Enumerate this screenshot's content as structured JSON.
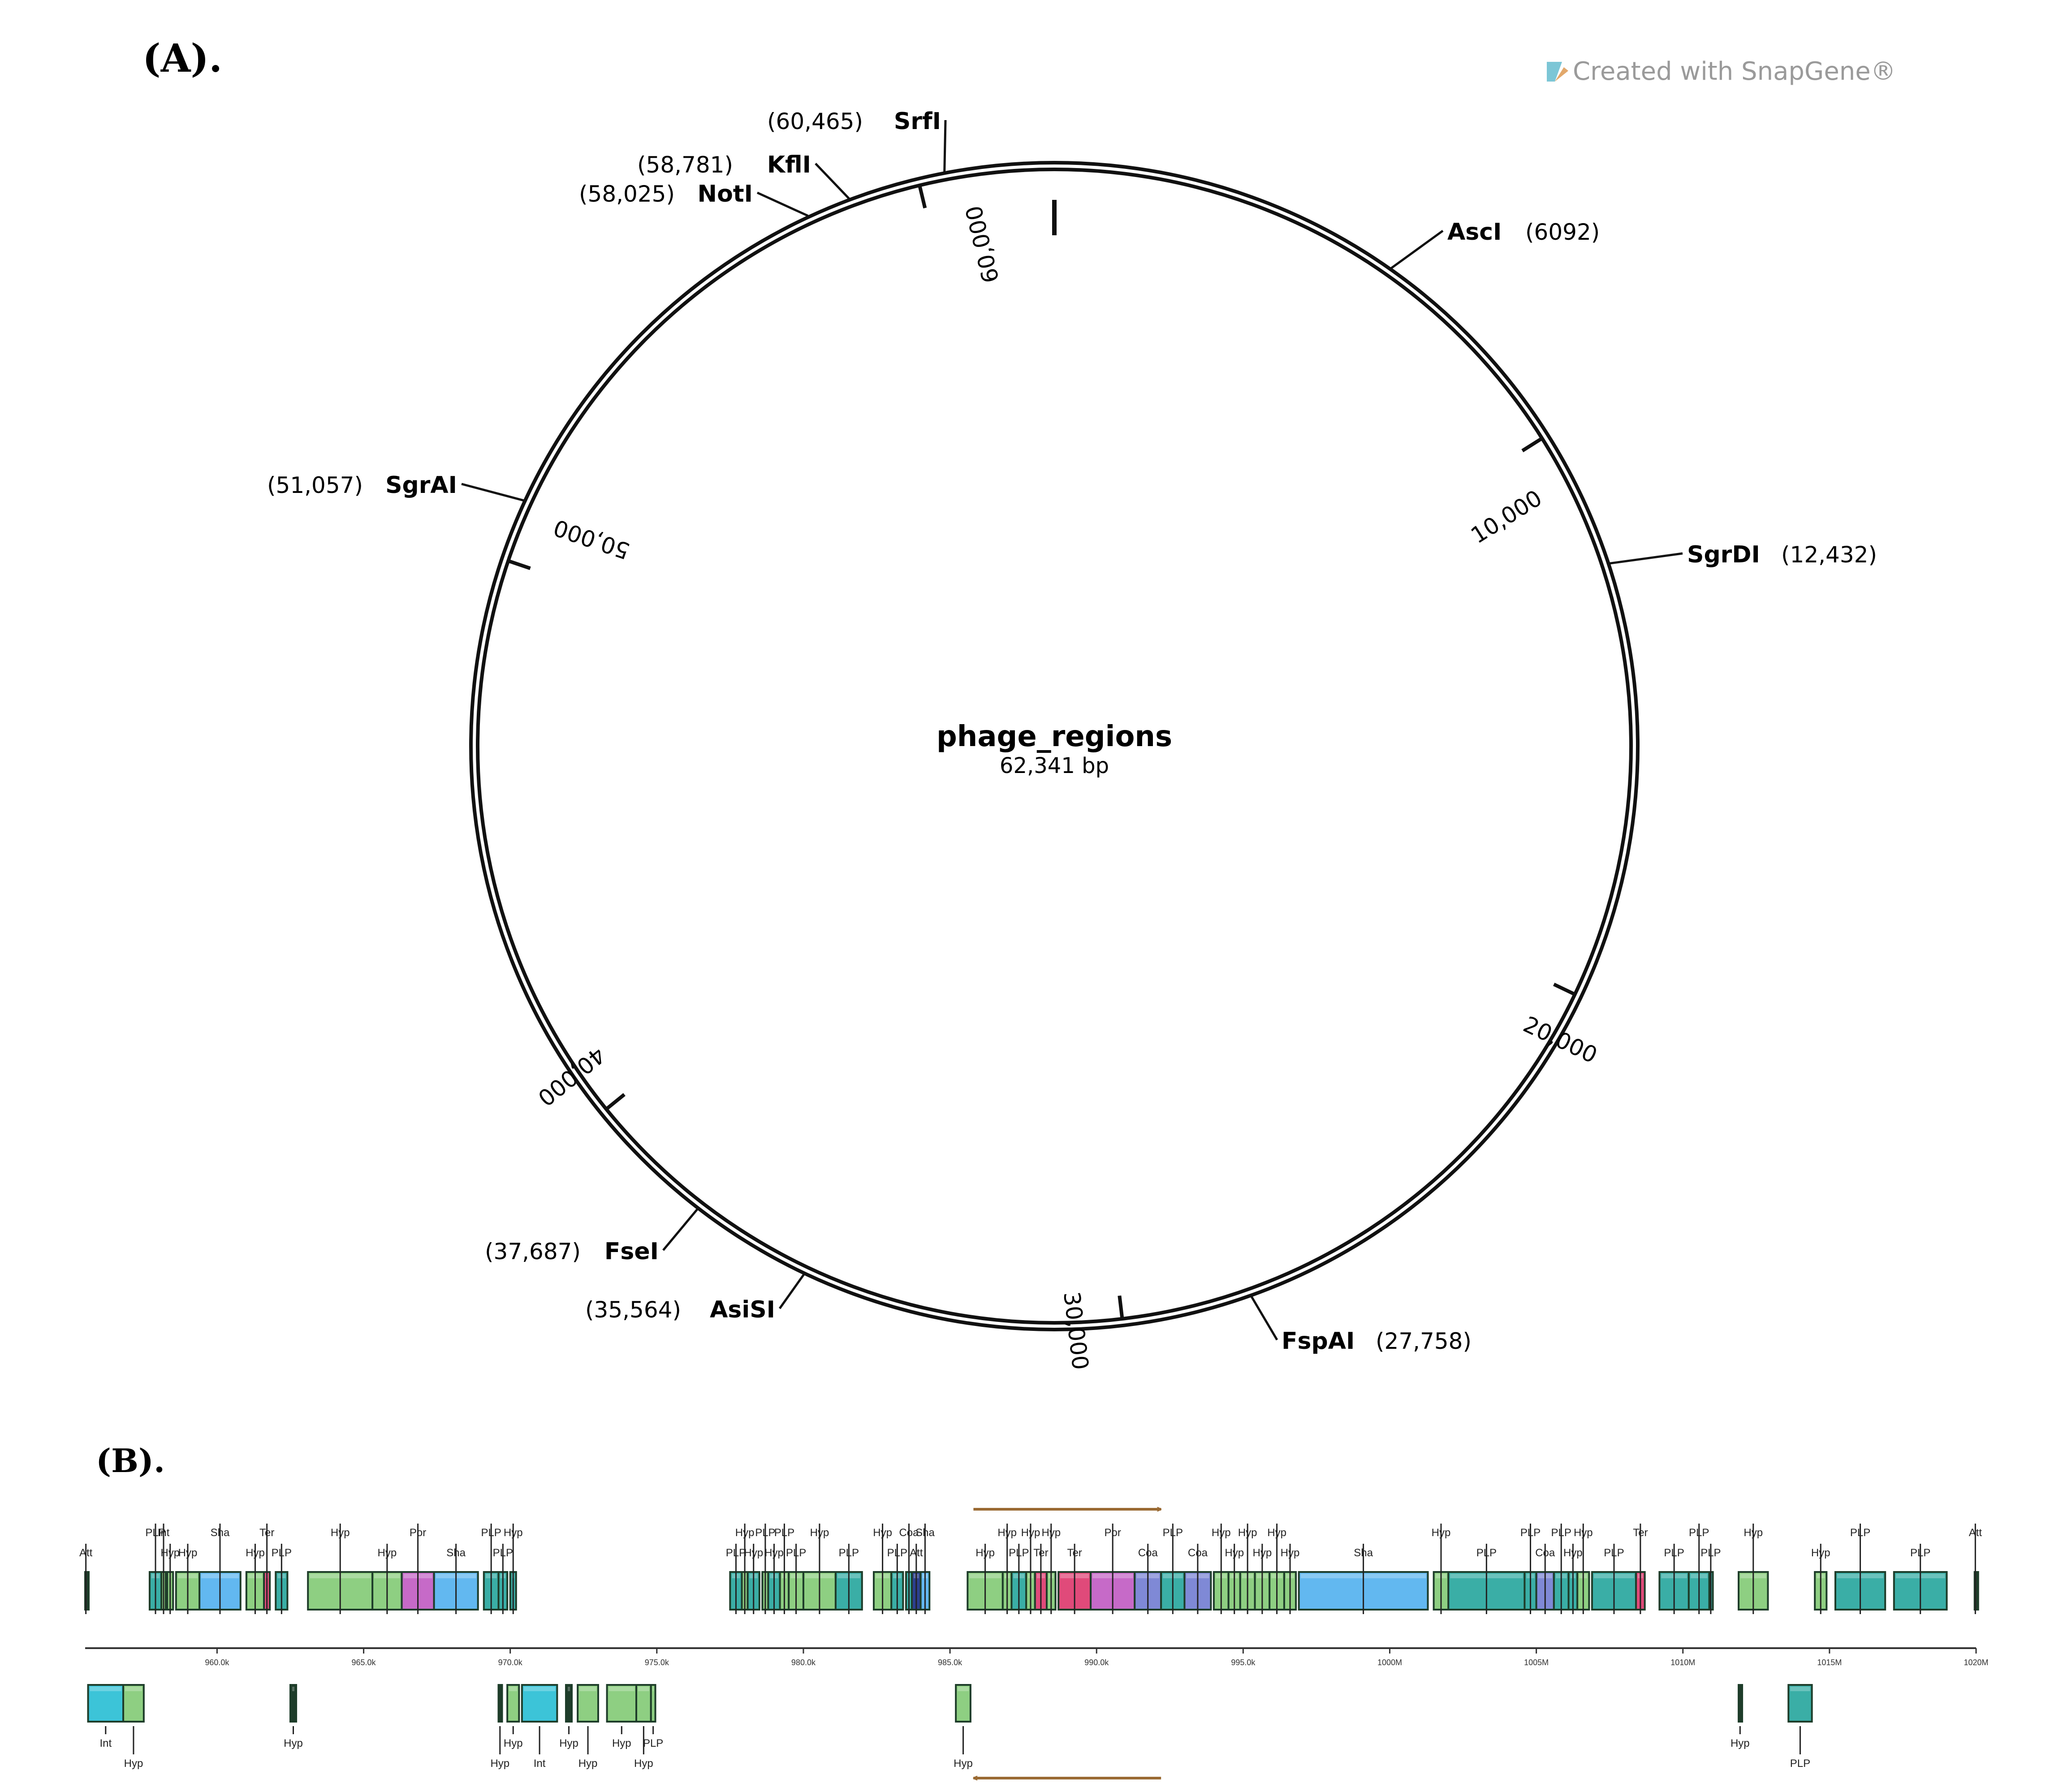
{
  "panel_a": {
    "label": "(A).",
    "watermark": "Created with SnapGene®",
    "map_name": "phage_regions",
    "map_size": "62,341 bp",
    "total_bp": 62341,
    "scale_ticks": [
      {
        "bp": 10000,
        "label": "10,000"
      },
      {
        "bp": 20000,
        "label": "20,000"
      },
      {
        "bp": 30000,
        "label": "30,000"
      },
      {
        "bp": 40000,
        "label": "40,000"
      },
      {
        "bp": 50000,
        "label": "50,000"
      },
      {
        "bp": 60000,
        "label": "60,000"
      }
    ],
    "enzymes": [
      {
        "name": "SrfI",
        "pos": "(60,465)",
        "bp": 60465
      },
      {
        "name": "KflI",
        "pos": "(58,781)",
        "bp": 58781
      },
      {
        "name": "NotI",
        "pos": "(58,025)",
        "bp": 58025
      },
      {
        "name": "AscI",
        "pos": "(6092)",
        "bp": 6092
      },
      {
        "name": "SgrAI",
        "pos": "(51,057)",
        "bp": 51057
      },
      {
        "name": "SgrDI",
        "pos": "(12,432)",
        "bp": 12432
      },
      {
        "name": "FseI",
        "pos": "(37,687)",
        "bp": 37687
      },
      {
        "name": "AsiSI",
        "pos": "(35,564)",
        "bp": 35564
      },
      {
        "name": "FspAI",
        "pos": "(27,758)",
        "bp": 27758
      }
    ]
  },
  "panel_b": {
    "label": "(B).",
    "axis_start_k": 955.5,
    "axis_end_k": 1020.0,
    "axis_ticks": [
      {
        "k": 960,
        "label": "960.0k"
      },
      {
        "k": 965,
        "label": "965.0k"
      },
      {
        "k": 970,
        "label": "970.0k"
      },
      {
        "k": 975,
        "label": "975.0k"
      },
      {
        "k": 980,
        "label": "980.0k"
      },
      {
        "k": 985,
        "label": "985.0k"
      },
      {
        "k": 990,
        "label": "990.0k"
      },
      {
        "k": 995,
        "label": "995.0k"
      },
      {
        "k": 1000,
        "label": "1000M"
      },
      {
        "k": 1005,
        "label": "1005M"
      },
      {
        "k": 1010,
        "label": "1010M"
      },
      {
        "k": 1015,
        "label": "1015M"
      },
      {
        "k": 1020,
        "label": "1020M"
      }
    ],
    "colors": {
      "green": "#8ecf82",
      "blue": "#62b8f0",
      "teal": "#3aaea6",
      "cyan": "#3cc4d8",
      "magenta": "#c66ac8",
      "pink": "#e04a7a",
      "violet": "#7f89d6",
      "navy": "#2c3f8f",
      "dark": "#1e3d2a",
      "arrow": "#9a6a33"
    },
    "top_arrow_k": [
      985.8,
      992.2
    ],
    "bottom_arrow_k": [
      985.8,
      992.2
    ],
    "top_features": [
      {
        "s": 955.5,
        "e": 955.55,
        "c": "dark",
        "lbl": "Att",
        "row": 1
      },
      {
        "s": 957.7,
        "e": 958.1,
        "c": "teal",
        "lbl": "PLP",
        "row": 0
      },
      {
        "s": 958.1,
        "e": 958.25,
        "c": "green",
        "lbl": "Int",
        "row": 0
      },
      {
        "s": 958.3,
        "e": 958.5,
        "c": "green",
        "lbl": "Hyp",
        "row": 1
      },
      {
        "s": 958.6,
        "e": 959.4,
        "c": "green",
        "lbl": "Hyp",
        "row": 1
      },
      {
        "s": 959.4,
        "e": 960.8,
        "c": "blue",
        "lbl": "Sha",
        "row": 0
      },
      {
        "s": 961.0,
        "e": 961.6,
        "c": "green",
        "lbl": "Hyp",
        "row": 1
      },
      {
        "s": 961.6,
        "e": 961.8,
        "c": "pink",
        "lbl": "Ter",
        "row": 0
      },
      {
        "s": 962.0,
        "e": 962.4,
        "c": "teal",
        "lbl": "PLP",
        "row": 1
      },
      {
        "s": 963.1,
        "e": 965.3,
        "c": "green",
        "lbl": "Hyp",
        "row": 0
      },
      {
        "s": 965.3,
        "e": 966.3,
        "c": "green",
        "lbl": "Hyp",
        "row": 1
      },
      {
        "s": 966.3,
        "e": 967.4,
        "c": "magenta",
        "lbl": "Por",
        "row": 0
      },
      {
        "s": 967.4,
        "e": 968.9,
        "c": "blue",
        "lbl": "Sha",
        "row": 1
      },
      {
        "s": 969.1,
        "e": 969.6,
        "c": "teal",
        "lbl": "PLP",
        "row": 0
      },
      {
        "s": 969.6,
        "e": 969.9,
        "c": "teal",
        "lbl": "PLP",
        "row": 1
      },
      {
        "s": 970.0,
        "e": 970.2,
        "c": "teal",
        "lbl": "Hyp",
        "row": 0
      },
      {
        "s": 977.5,
        "e": 977.9,
        "c": "teal",
        "lbl": "PLP",
        "row": 1
      },
      {
        "s": 977.9,
        "e": 978.1,
        "c": "green",
        "lbl": "Hyp",
        "row": 0
      },
      {
        "s": 978.1,
        "e": 978.5,
        "c": "teal",
        "lbl": "Hyp",
        "row": 1
      },
      {
        "s": 978.6,
        "e": 978.8,
        "c": "green",
        "lbl": "PLP",
        "row": 0
      },
      {
        "s": 978.8,
        "e": 979.2,
        "c": "teal",
        "lbl": "Hyp",
        "row": 1
      },
      {
        "s": 979.2,
        "e": 979.5,
        "c": "green",
        "lbl": "PLP",
        "row": 0
      },
      {
        "s": 979.5,
        "e": 980.0,
        "c": "green",
        "lbl": "PLP",
        "row": 1
      },
      {
        "s": 980.0,
        "e": 981.1,
        "c": "green",
        "lbl": "Hyp",
        "row": 0
      },
      {
        "s": 981.1,
        "e": 982.0,
        "c": "teal",
        "lbl": "PLP",
        "row": 1
      },
      {
        "s": 982.4,
        "e": 983.0,
        "c": "green",
        "lbl": "Hyp",
        "row": 0
      },
      {
        "s": 983.0,
        "e": 983.4,
        "c": "teal",
        "lbl": "PLP",
        "row": 1
      },
      {
        "s": 983.5,
        "e": 983.7,
        "c": "teal",
        "lbl": "Coa",
        "row": 0
      },
      {
        "s": 983.7,
        "e": 984.0,
        "c": "navy",
        "lbl": "Att",
        "row": 1
      },
      {
        "s": 984.0,
        "e": 984.3,
        "c": "blue",
        "lbl": "Sha",
        "row": 0
      },
      {
        "s": 985.6,
        "e": 986.8,
        "c": "green",
        "lbl": "Hyp",
        "row": 1
      },
      {
        "s": 986.8,
        "e": 987.1,
        "c": "green",
        "lbl": "Hyp",
        "row": 0
      },
      {
        "s": 987.1,
        "e": 987.6,
        "c": "teal",
        "lbl": "PLP",
        "row": 1
      },
      {
        "s": 987.6,
        "e": 987.9,
        "c": "green",
        "lbl": "Hyp",
        "row": 0
      },
      {
        "s": 987.9,
        "e": 988.3,
        "c": "pink",
        "lbl": "Ter",
        "row": 1
      },
      {
        "s": 988.3,
        "e": 988.6,
        "c": "green",
        "lbl": "Hyp",
        "row": 0
      },
      {
        "s": 988.7,
        "e": 989.8,
        "c": "pink",
        "lbl": "Ter",
        "row": 1
      },
      {
        "s": 989.8,
        "e": 991.3,
        "c": "magenta",
        "lbl": "Por",
        "row": 0
      },
      {
        "s": 991.3,
        "e": 992.2,
        "c": "violet",
        "lbl": "Coa",
        "row": 1
      },
      {
        "s": 992.2,
        "e": 993.0,
        "c": "teal",
        "lbl": "PLP",
        "row": 0
      },
      {
        "s": 993.0,
        "e": 993.9,
        "c": "violet",
        "lbl": "Coa",
        "row": 1
      },
      {
        "s": 994.0,
        "e": 994.5,
        "c": "green",
        "lbl": "Hyp",
        "row": 0
      },
      {
        "s": 994.5,
        "e": 994.9,
        "c": "green",
        "lbl": "Hyp",
        "row": 1
      },
      {
        "s": 994.9,
        "e": 995.4,
        "c": "green",
        "lbl": "Hyp",
        "row": 0
      },
      {
        "s": 995.4,
        "e": 995.9,
        "c": "green",
        "lbl": "Hyp",
        "row": 1
      },
      {
        "s": 995.9,
        "e": 996.4,
        "c": "green",
        "lbl": "Hyp",
        "row": 0
      },
      {
        "s": 996.4,
        "e": 996.8,
        "c": "green",
        "lbl": "Hyp",
        "row": 1
      },
      {
        "s": 996.9,
        "e": 1001.3,
        "c": "blue",
        "lbl": "Sha",
        "row": 1
      },
      {
        "s": 1001.5,
        "e": 1002.0,
        "c": "green",
        "lbl": "Hyp",
        "row": 0
      },
      {
        "s": 1002.0,
        "e": 1004.6,
        "c": "teal",
        "lbl": "PLP",
        "row": 1
      },
      {
        "s": 1004.6,
        "e": 1005.0,
        "c": "teal",
        "lbl": "PLP",
        "row": 0
      },
      {
        "s": 1005.0,
        "e": 1005.6,
        "c": "violet",
        "lbl": "Coa",
        "row": 1
      },
      {
        "s": 1005.6,
        "e": 1006.1,
        "c": "teal",
        "lbl": "PLP",
        "row": 0
      },
      {
        "s": 1006.1,
        "e": 1006.4,
        "c": "teal",
        "lbl": "Hyp",
        "row": 1
      },
      {
        "s": 1006.4,
        "e": 1006.8,
        "c": "green",
        "lbl": "Hyp",
        "row": 0
      },
      {
        "s": 1006.9,
        "e": 1008.4,
        "c": "teal",
        "lbl": "PLP",
        "row": 1
      },
      {
        "s": 1008.4,
        "e": 1008.7,
        "c": "pink",
        "lbl": "Ter",
        "row": 0
      },
      {
        "s": 1009.2,
        "e": 1010.2,
        "c": "teal",
        "lbl": "PLP",
        "row": 1
      },
      {
        "s": 1010.2,
        "e": 1010.9,
        "c": "teal",
        "lbl": "PLP",
        "row": 0
      },
      {
        "s": 1010.9,
        "e": 1011.0,
        "c": "teal",
        "lbl": "PLP",
        "row": 1
      },
      {
        "s": 1011.9,
        "e": 1012.9,
        "c": "green",
        "lbl": "Hyp",
        "row": 0
      },
      {
        "s": 1014.5,
        "e": 1014.9,
        "c": "green",
        "lbl": "Hyp",
        "row": 1
      },
      {
        "s": 1015.2,
        "e": 1016.9,
        "c": "teal",
        "lbl": "PLP",
        "row": 0
      },
      {
        "s": 1017.2,
        "e": 1019.0,
        "c": "teal",
        "lbl": "PLP",
        "row": 1
      },
      {
        "s": 1019.95,
        "e": 1020.0,
        "c": "dark",
        "lbl": "Att",
        "row": 0
      }
    ],
    "bottom_features": [
      {
        "s": 955.6,
        "e": 956.8,
        "c": "cyan",
        "lbl": "Int",
        "row": 0
      },
      {
        "s": 956.8,
        "e": 957.5,
        "c": "green",
        "lbl": "Hyp",
        "row": 1
      },
      {
        "s": 962.5,
        "e": 962.7,
        "c": "dark",
        "lbl": "Hyp",
        "row": 0
      },
      {
        "s": 969.6,
        "e": 969.7,
        "c": "dark",
        "lbl": "Hyp",
        "row": 1
      },
      {
        "s": 969.9,
        "e": 970.3,
        "c": "green",
        "lbl": "Hyp",
        "row": 0
      },
      {
        "s": 970.4,
        "e": 971.6,
        "c": "cyan",
        "lbl": "Int",
        "row": 1
      },
      {
        "s": 971.9,
        "e": 972.1,
        "c": "dark",
        "lbl": "Hyp",
        "row": 0
      },
      {
        "s": 972.3,
        "e": 973.0,
        "c": "green",
        "lbl": "Hyp",
        "row": 1
      },
      {
        "s": 973.3,
        "e": 974.3,
        "c": "green",
        "lbl": "Hyp",
        "row": 0
      },
      {
        "s": 974.3,
        "e": 974.8,
        "c": "green",
        "lbl": "Hyp",
        "row": 1
      },
      {
        "s": 974.8,
        "e": 974.95,
        "c": "green",
        "lbl": "PLP",
        "row": 0
      },
      {
        "s": 985.2,
        "e": 985.7,
        "c": "green",
        "lbl": "Hyp",
        "row": 1
      },
      {
        "s": 1011.9,
        "e": 1012.0,
        "c": "dark",
        "lbl": "Hyp",
        "row": 0
      },
      {
        "s": 1013.6,
        "e": 1014.4,
        "c": "teal",
        "lbl": "PLP",
        "row": 1
      }
    ]
  }
}
